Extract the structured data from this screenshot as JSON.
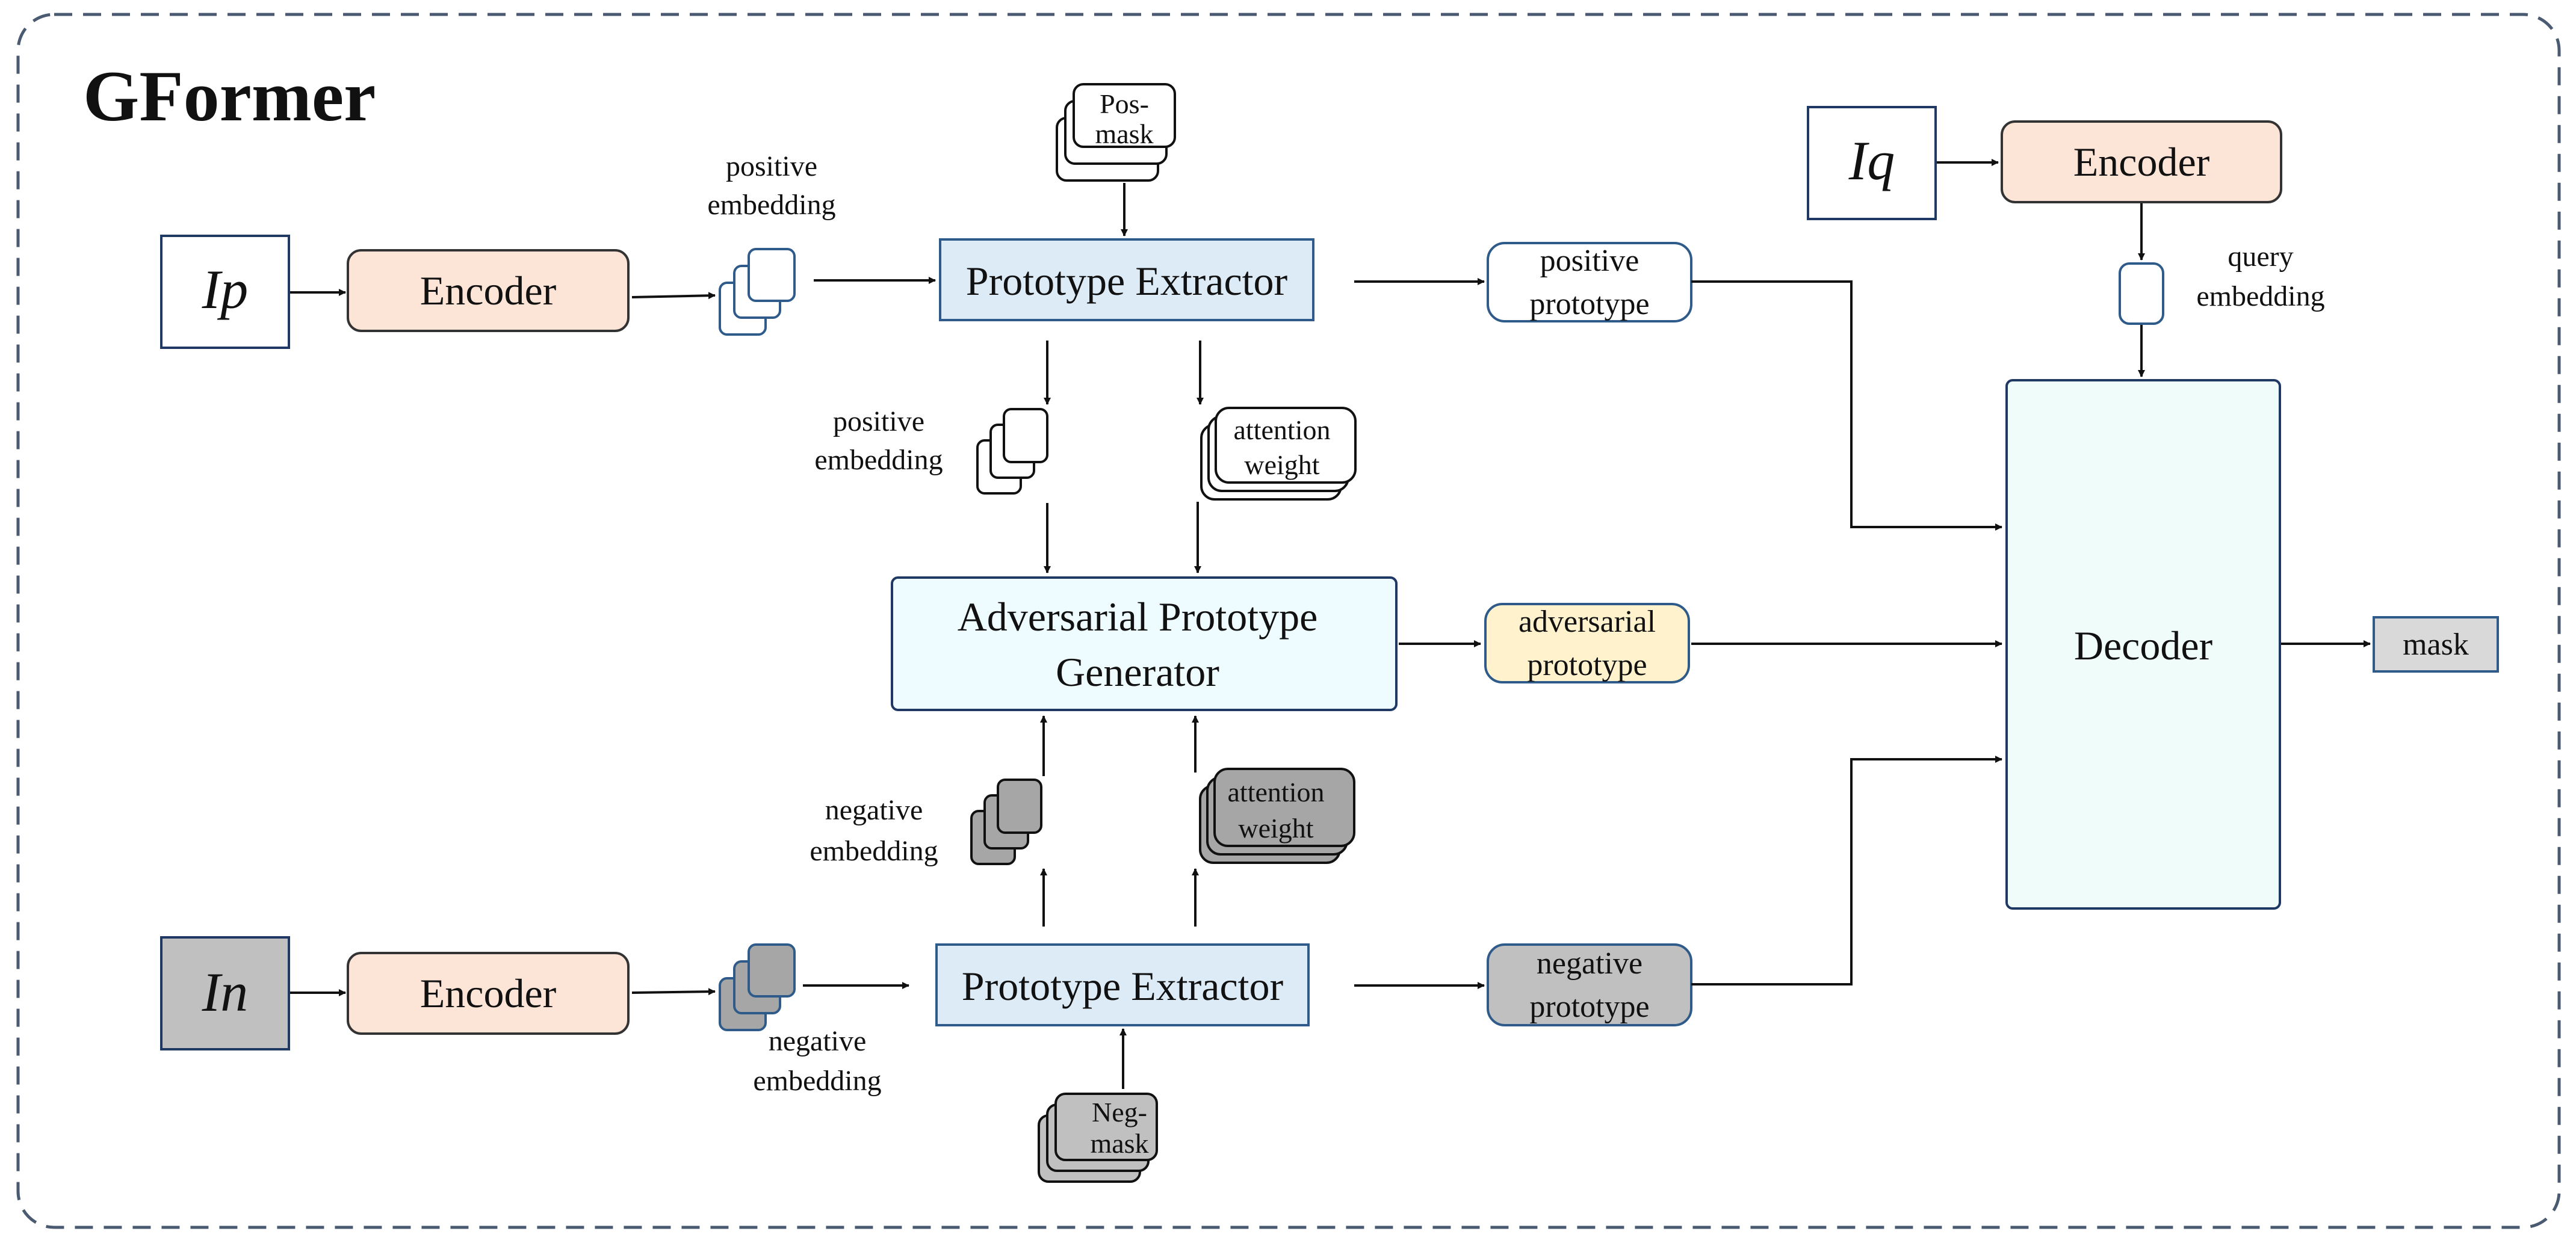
{
  "title": "GFormer",
  "inputs": {
    "positive": "Ip",
    "negative": "In",
    "query": "Iq"
  },
  "blocks": {
    "encoder": "Encoder",
    "prototype_extractor": "Prototype Extractor",
    "adversarial_generator_line1": "Adversarial Prototype",
    "adversarial_generator_line2": "Generator",
    "decoder": "Decoder"
  },
  "labels": {
    "positive_embedding": [
      "positive",
      "embedding"
    ],
    "negative_embedding": [
      "negative",
      "embedding"
    ],
    "query_embedding": [
      "query",
      "embedding"
    ],
    "attention_weight": [
      "attention",
      "weight"
    ],
    "pos_mask": [
      "Pos-",
      "mask"
    ],
    "neg_mask": [
      "Neg-",
      "mask"
    ],
    "positive_prototype": [
      "positive",
      "prototype"
    ],
    "negative_prototype": [
      "negative",
      "prototype"
    ],
    "adversarial_prototype": [
      "adversarial",
      "prototype"
    ],
    "mask": "mask"
  },
  "colors": {
    "encoder_fill": "#fce4d6",
    "extractor_fill": "#ddebf7",
    "generator_fill": "#eefbff",
    "decoder_fill": "#effcf9",
    "adversarial_fill": "#fff2cc",
    "negative_fill": "#c0c0c0",
    "mask_fill": "#d9d9d9",
    "border_dark": "#1f3864",
    "border_blue": "#2e5b8a",
    "frame_dash": "#4a5a70"
  }
}
